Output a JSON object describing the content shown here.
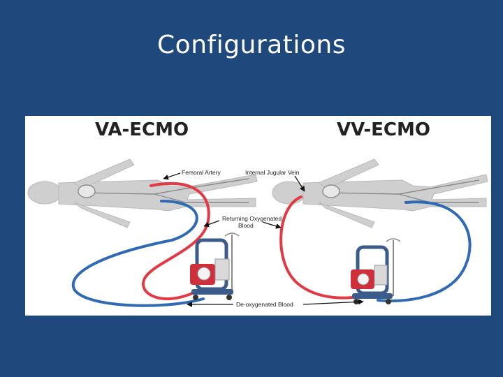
{
  "slide": {
    "title": "Configurations"
  },
  "figure": {
    "va": {
      "heading": "VA-ECMO",
      "femoral_artery": "Femoral Artery",
      "returning_line1": "Returning Oxygenated",
      "returning_line2": "Blood",
      "deoxygenated": "De-oxygenated Blood"
    },
    "vv": {
      "heading": "VV-ECMO",
      "internal_jugular": "Internal Jugular Vein"
    },
    "colors": {
      "background": "#1f497d",
      "oxygenated": "#e23a45",
      "deoxygenated": "#2f6ab3",
      "body": "#c9c9c9"
    }
  }
}
